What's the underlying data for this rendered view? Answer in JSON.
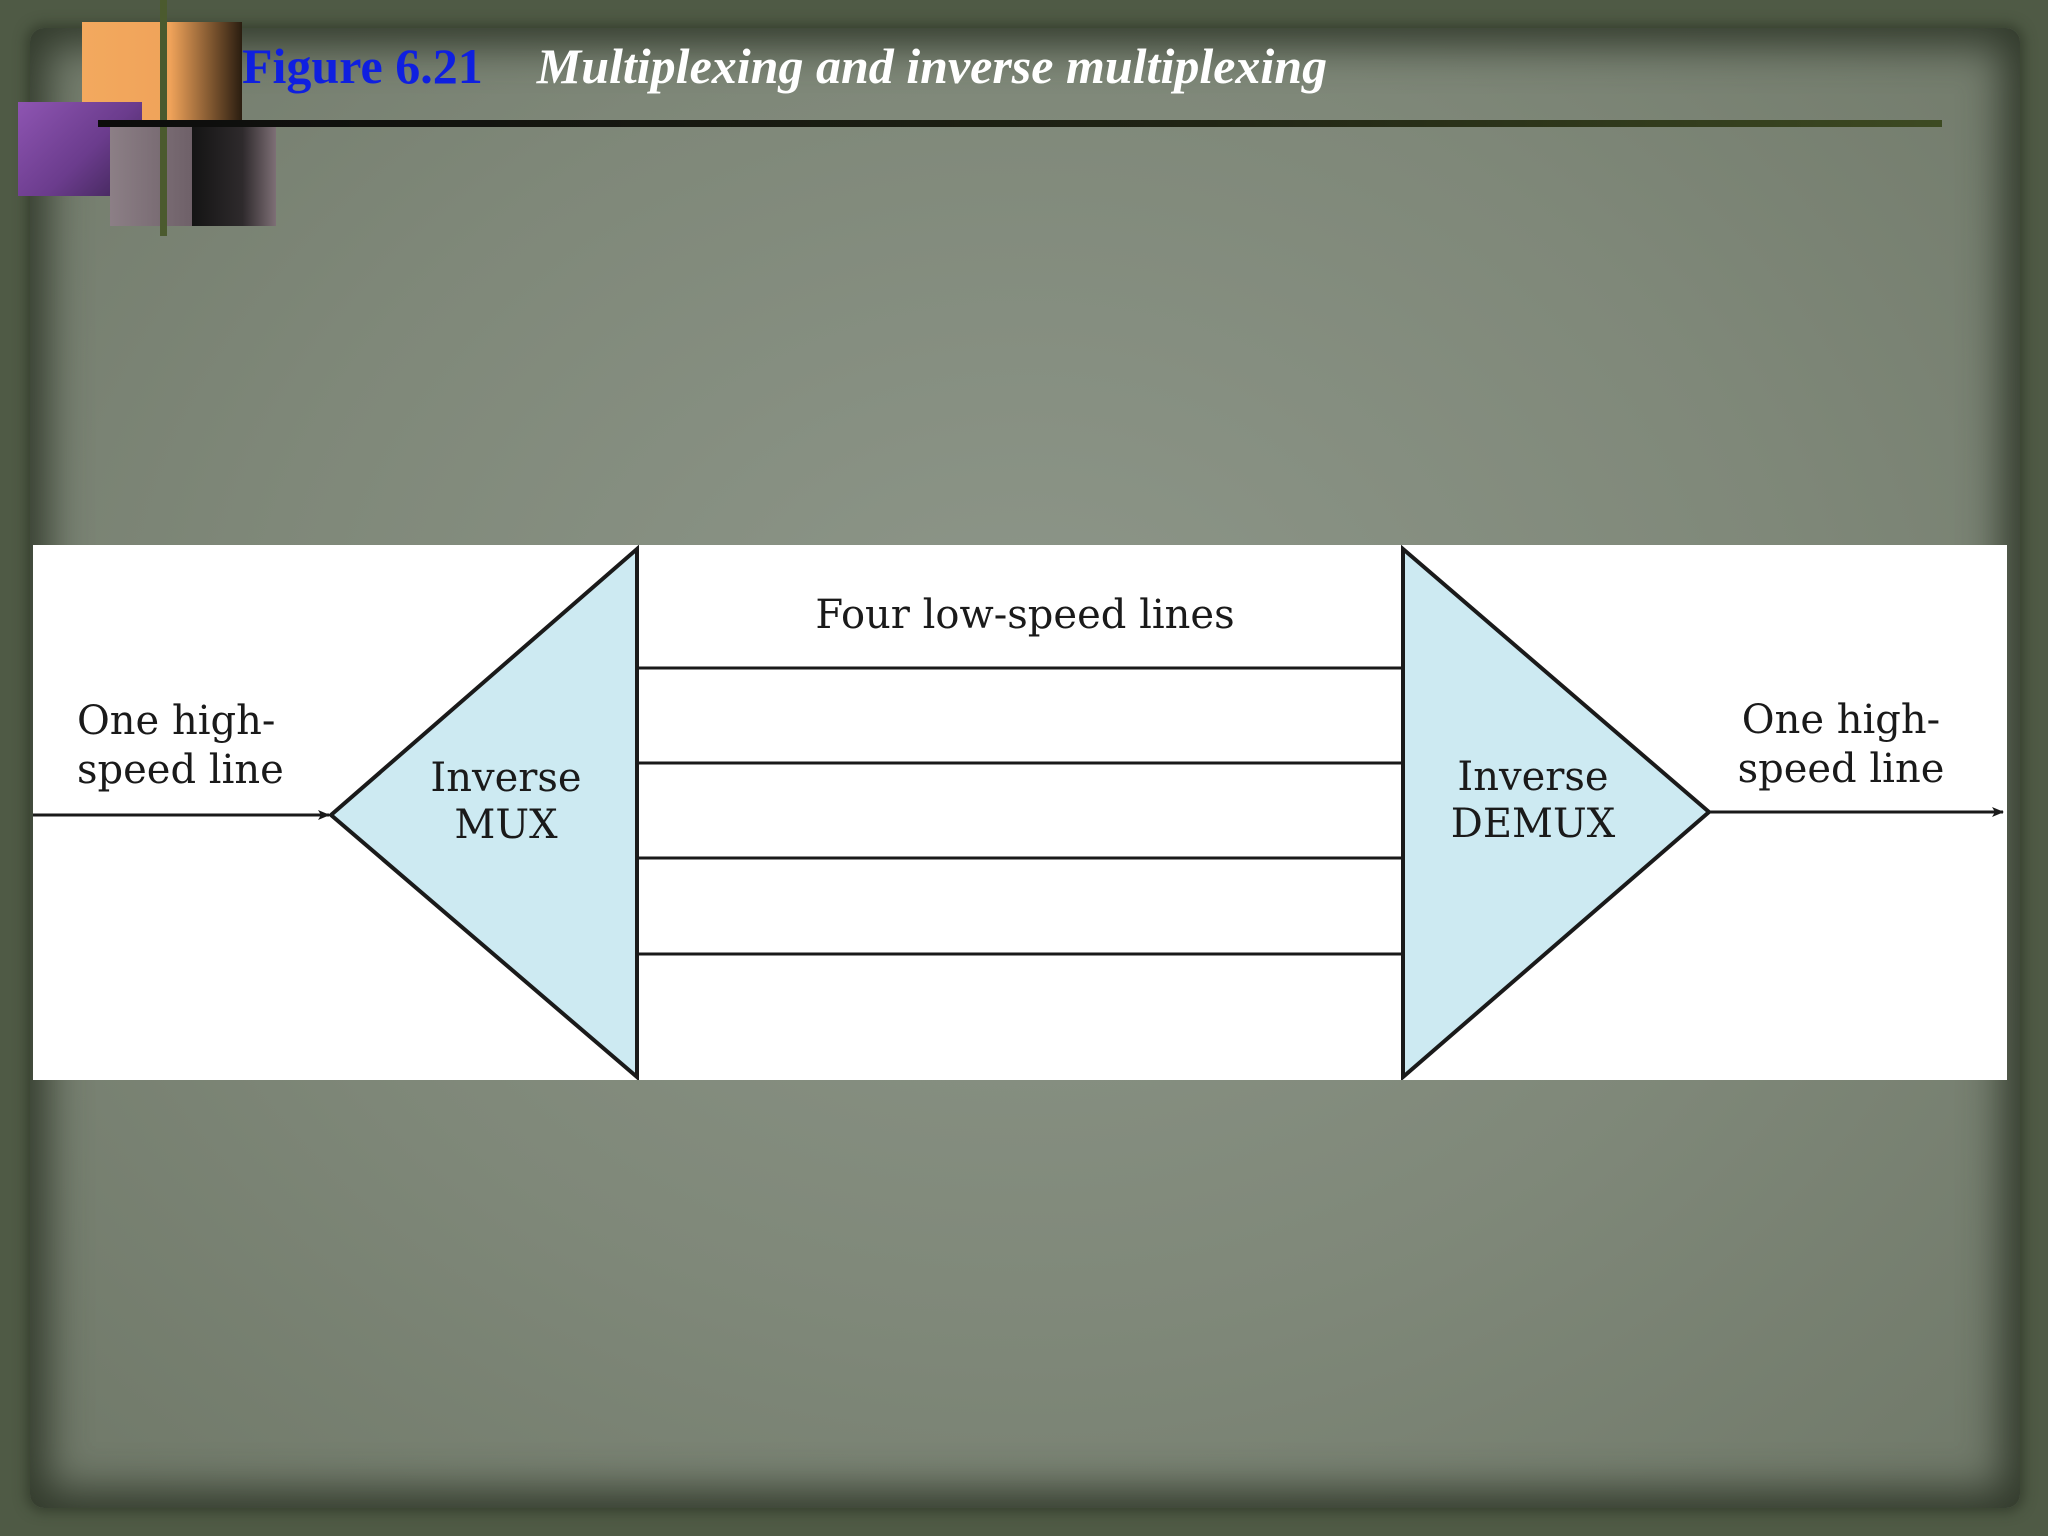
{
  "slide": {
    "figure_number": "Figure 6.21",
    "figure_caption": "Multiplexing and inverse multiplexing"
  },
  "diagram": {
    "input_label": [
      "One high-",
      "speed line"
    ],
    "output_label": [
      "One high-",
      "speed line"
    ],
    "mux_label": [
      "Inverse",
      "MUX"
    ],
    "demux_label": [
      "Inverse",
      "DEMUX"
    ],
    "middle_label": "Four low-speed lines",
    "low_speed_line_count": 4,
    "colors": {
      "block_fill": "#cdeaf2",
      "stroke": "#1a1a1a",
      "figure_number": "#0f1fe0",
      "caption": "#ffffff"
    }
  }
}
